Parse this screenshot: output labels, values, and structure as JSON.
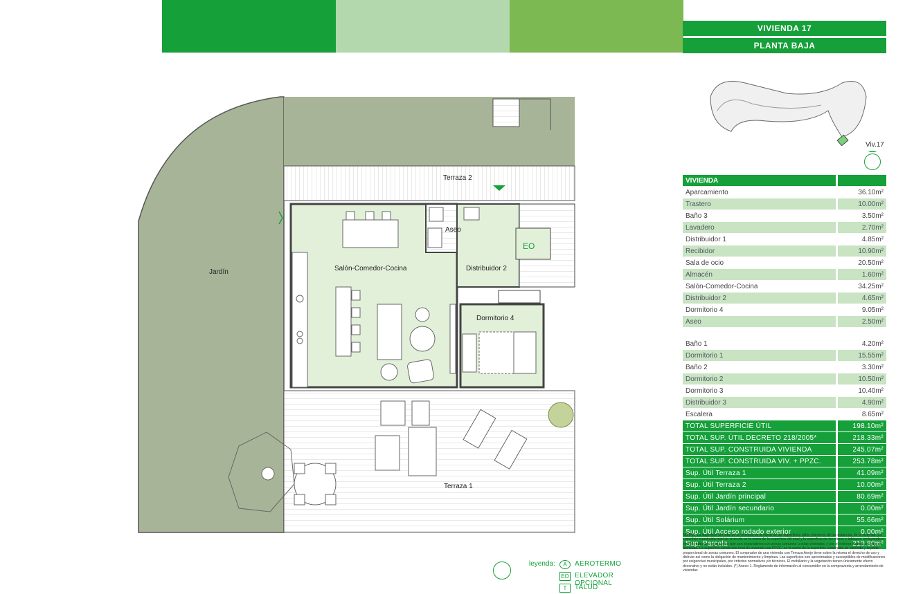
{
  "colors": {
    "brand": "#15a03a",
    "light_band": "#b4d8ad",
    "mid_band": "#7cb952",
    "garden": "#a8b497",
    "interior": "#e2f0d9"
  },
  "plan": {
    "labels": {
      "terraza2": "Terraza 2",
      "aseo": "Aseo",
      "eo": "EO",
      "jardin": "Jardín",
      "salon": "Salón-Comedor-Cocina",
      "distribuidor2": "Distribuidor 2",
      "dormitorio4": "Dormitorio 4",
      "terraza1": "Terraza 1"
    }
  },
  "panel": {
    "title": "VIVIENDA 17",
    "subtitle": "PLANTA BAJA",
    "keyplan_label": "Viv.17",
    "table_header": "VIVIENDA",
    "rows": [
      {
        "label": "Aparcamiento",
        "value": "36.10m²"
      },
      {
        "label": "Trastero",
        "value": "10.00m²"
      },
      {
        "label": "Baño 3",
        "value": "3.50m²"
      },
      {
        "label": "Lavadero",
        "value": "2.70m²"
      },
      {
        "label": "Distribuidor 1",
        "value": "4.85m²"
      },
      {
        "label": "Recibidor",
        "value": "10.90m²"
      },
      {
        "label": "Sala de ocio",
        "value": "20.50m²"
      },
      {
        "label": "Almacén",
        "value": "1.60m²"
      },
      {
        "label": "Salón-Comedor-Cocina",
        "value": "34.25m²"
      },
      {
        "label": "Distribuidor 2",
        "value": "4.65m²"
      },
      {
        "label": "Dormitorio 4",
        "value": "9.05m²"
      },
      {
        "label": "Aseo",
        "value": "2.50m²"
      },
      {
        "label": "Baño 1",
        "value": "4.20m²"
      },
      {
        "label": "Dormitorio 1",
        "value": "15.55m²"
      },
      {
        "label": "Baño 2",
        "value": "3.30m²"
      },
      {
        "label": "Dormitorio 2",
        "value": "10.50m²"
      },
      {
        "label": "Dormitorio 3",
        "value": "10.40m²"
      },
      {
        "label": "Distribuidor 3",
        "value": "4.90m²"
      },
      {
        "label": "Escalera",
        "value": "8.65m²"
      }
    ],
    "totals": [
      {
        "label": "TOTAL SUPERFICIE ÚTIL",
        "value": "198.10m²"
      },
      {
        "label": "TOTAL SUP. ÚTIL DECRETO 218/2005*",
        "value": "218.33m²"
      },
      {
        "label": "TOTAL SUP. CONSTRUIDA VIVIENDA",
        "value": "245.07m²"
      },
      {
        "label": "TOTAL SUP. CONSTRUIDA VIV. + PPZC.",
        "value": "253.78m²"
      },
      {
        "label": "Sup. Útil Terraza 1",
        "value": "41.09m²"
      },
      {
        "label": "Sup. Útil Terraza 2",
        "value": "10.00m²"
      },
      {
        "label": "Sup. Útil Jardín principal",
        "value": "80.69m²"
      },
      {
        "label": "Sup. Útil Jardín secundario",
        "value": "0.00m²"
      },
      {
        "label": "Sup. Útil Solárium",
        "value": "55.66m²"
      },
      {
        "label": "Sup. Útil Acceso rodado exterior",
        "value": "0.00m²"
      },
      {
        "label": "Sup. Parcela",
        "value": "219.80m²"
      }
    ],
    "notes": "NOTAS: La superficie útil total de la vivienda es la suma de las superficies útiles interiores de las estancias de la vivienda. La superficie construida total de vivienda es la suma de la superficie útil total y la superficie de los muros y tabiques, incluyendo a ejes los tabiques en aquellos que son separadores con zonas comunes u otras viviendas, y por el exterior cuando se trata de fachadas. La superficie construida total de vivienda con PPZC, es la suma de la superficie construida de vivienda y la parte proporcional de zonas comunes. El comprador de una vivienda con Terraza Anejo tiene sobre la misma el derecho de uso y disfrute así como la obligación de mantenimiento y limpieza. Las superficies son aproximadas y susceptibles de modificaciones por exigencias municipales, por criterios normativos y/o técnicos. El mobiliario y la vegetación tienen únicamente efecto decorativo y no están incluidos. (*) Anexo 1. Reglamento de información al consumidor en la compraventa y arrendamiento de viviendas"
  },
  "legend": {
    "title": "leyenda:",
    "items": [
      {
        "symbol": "A",
        "icon": "aerotermo-icon",
        "label": "AEROTERMO"
      },
      {
        "symbol": "EO",
        "icon": "elevador-icon",
        "label": "ELEVADOR OPCIONAL"
      },
      {
        "symbol": "T",
        "icon": "talud-icon",
        "label": "TALUD"
      }
    ]
  }
}
